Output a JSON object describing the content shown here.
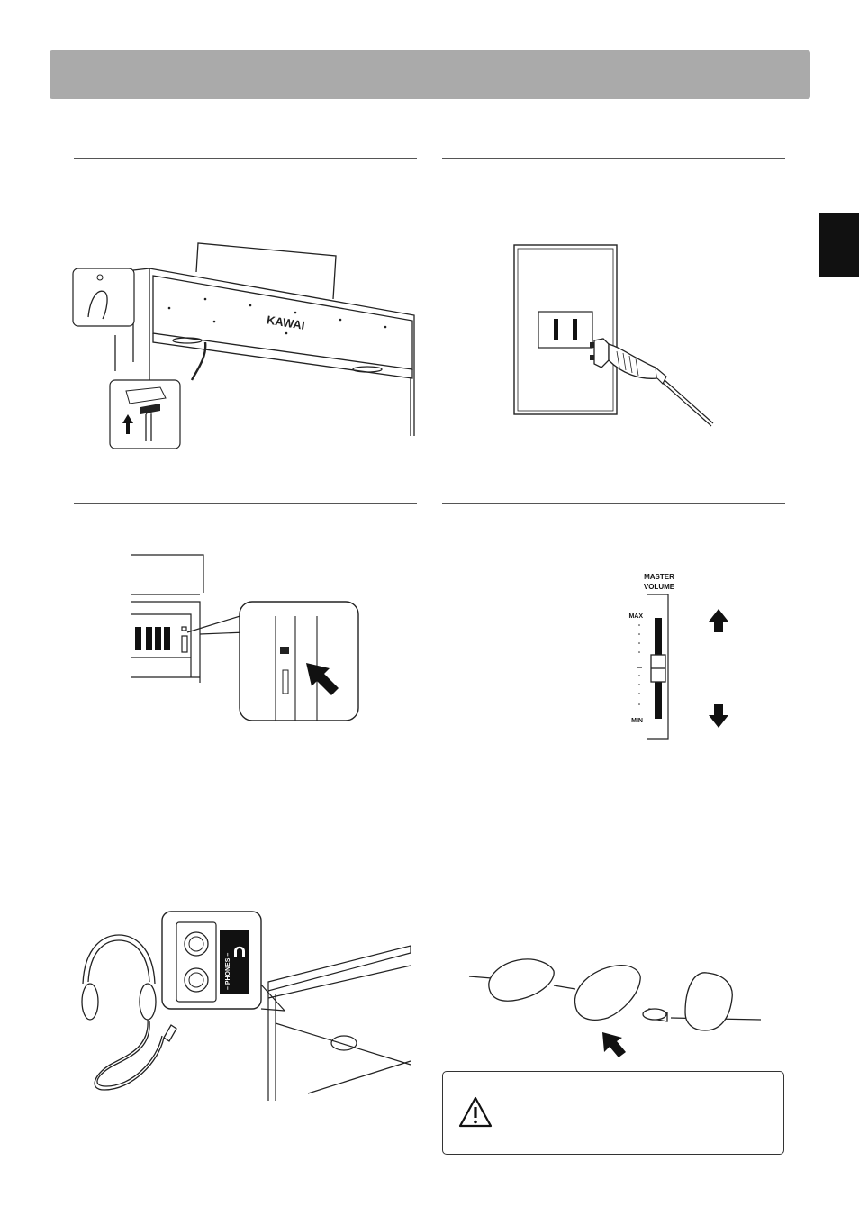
{
  "brand": {
    "logo_text": "KAWAI"
  },
  "volume_slider": {
    "title_line1": "MASTER",
    "title_line2": "VOLUME",
    "max_label": "MAX",
    "min_label": "MIN",
    "level": 0.5
  },
  "phones_panel": {
    "label": "– PHONES –"
  },
  "icons": {
    "caution": "warning-triangle-icon",
    "up": "arrow-up-icon",
    "down": "arrow-down-icon",
    "push": "arrow-push-icon",
    "headphone": "headphone-icon"
  },
  "colors": {
    "header_bar": "#aaaaaa",
    "side_tab": "#111111",
    "rules": "#555555"
  }
}
